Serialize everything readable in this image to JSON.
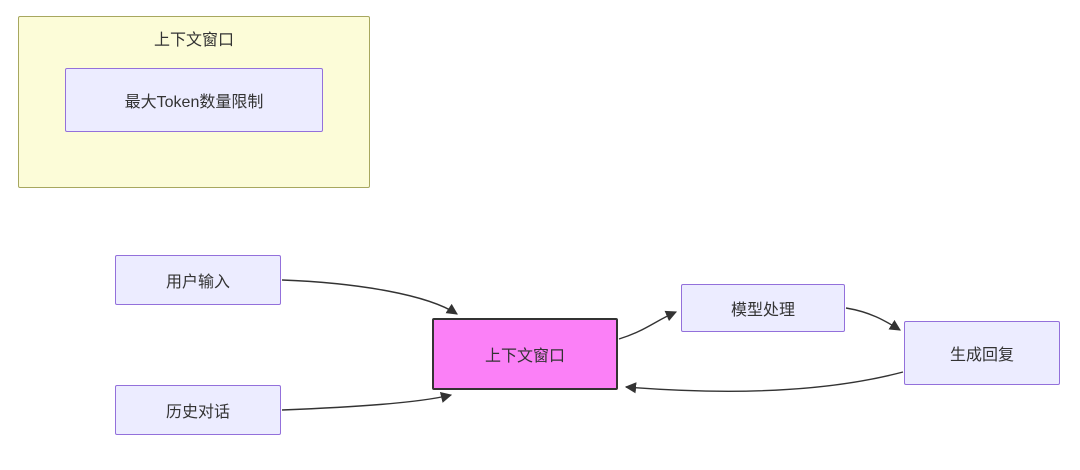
{
  "diagram": {
    "subgraph": {
      "title": "上下文窗口",
      "inner_node": "最大Token数量限制"
    },
    "nodes": {
      "user_input": "用户输入",
      "history_dialog": "历史对话",
      "context_window": "上下文窗口",
      "model_processing": "模型处理",
      "generate_reply": "生成回复"
    },
    "colors": {
      "node_fill": "#ECECFF",
      "node_border": "#9370DB",
      "subgraph_fill": "#FCFCD8",
      "subgraph_border": "#A7A75F",
      "highlight_fill": "#FB80F7",
      "highlight_border": "#333333",
      "edge_stroke": "#333333",
      "text": "#333333"
    }
  }
}
